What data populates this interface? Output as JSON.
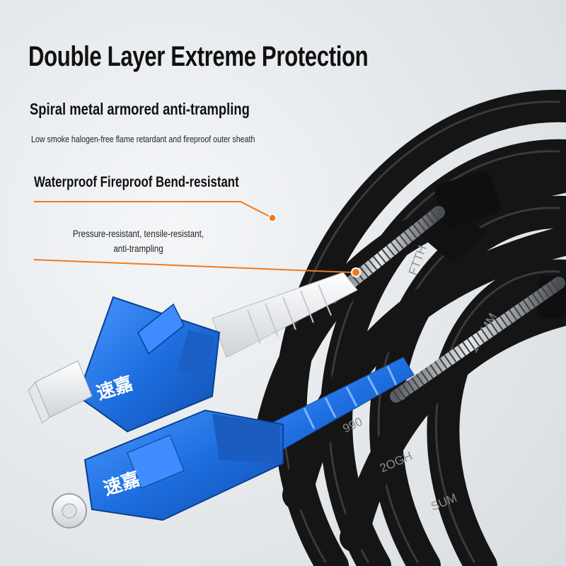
{
  "headline": "Double Layer Extreme Protection",
  "subheadline": "Spiral metal armored anti-trampling",
  "sheath_note": "Low smoke halogen-free flame retardant and fireproof outer sheath",
  "callouts": [
    {
      "label": "Waterproof Fireproof Bend-resistant"
    },
    {
      "label_lines": [
        "Pressure-resistant, tensile-resistant,",
        "anti-trampling"
      ]
    }
  ],
  "cable_print": [
    "SUM",
    "2OGH",
    "990",
    "1.00MM",
    "FTTH"
  ],
  "connector_brand": "速嘉",
  "colors": {
    "accent_orange": "#f07a1e",
    "connector_blue": "#1e6fe0",
    "cable_black": "#151515",
    "background": "#e9ecef"
  },
  "icons": {
    "lc_connector": "lc-fiber-connector-icon",
    "sc_connector": "sc-fiber-connector-icon"
  }
}
